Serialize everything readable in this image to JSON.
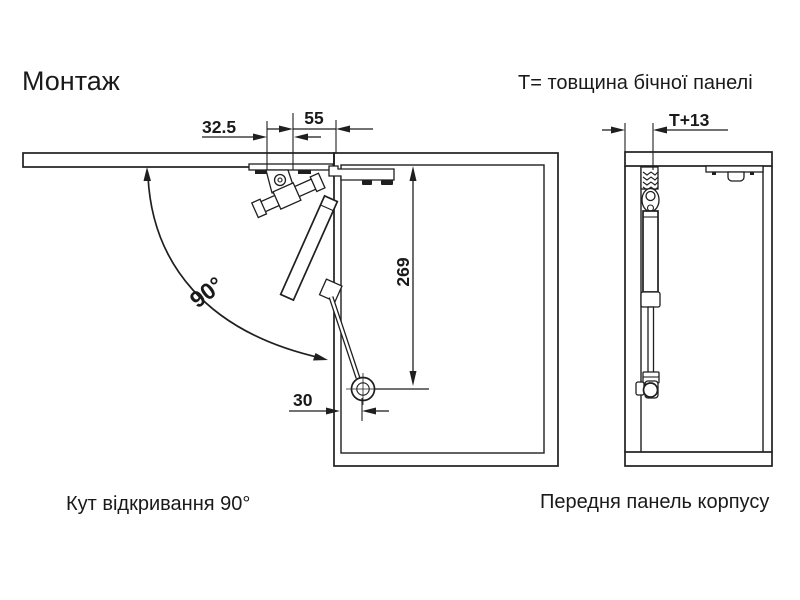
{
  "drawing": {
    "title": "Монтаж",
    "note": "Т= товщина бічної панелі",
    "caption_left": "Кут відкривання 90°",
    "caption_right": "Передня панель корпусу",
    "dims": {
      "bracket_offset": "32.5",
      "hole_spacing": "55",
      "mount_height": "269",
      "ball_offset": "30",
      "opening_angle": "90°",
      "panel_offset": "T+13"
    },
    "colors": {
      "line": "#1f1f1f",
      "background": "#ffffff"
    }
  }
}
